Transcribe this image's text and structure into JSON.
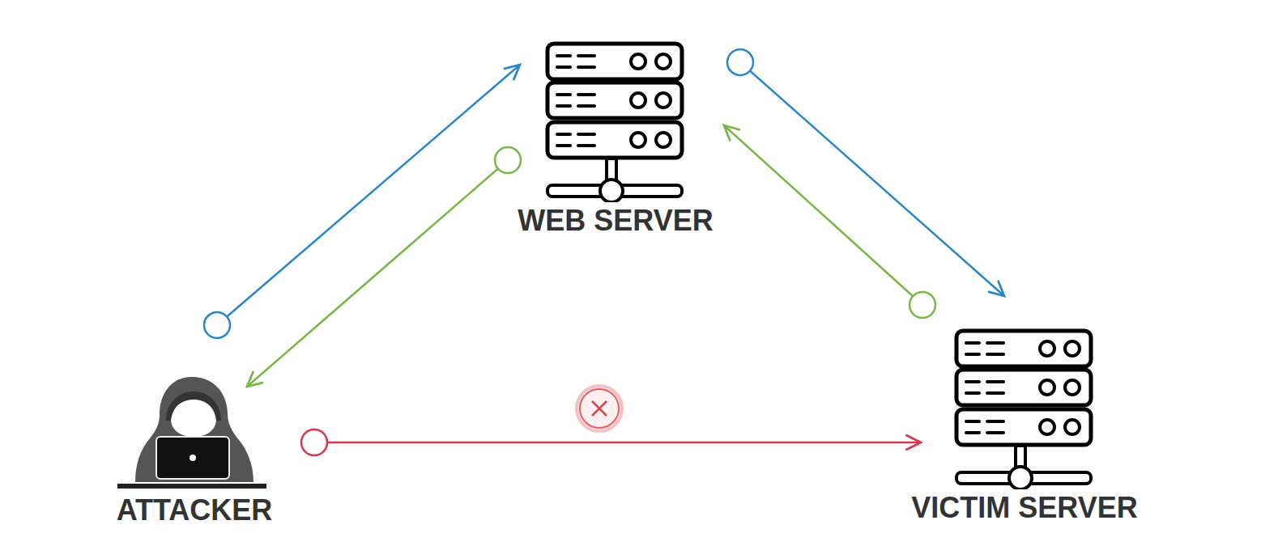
{
  "diagram": {
    "nodes": [
      {
        "text": [
          "WEB SERVER"
        ]
      },
      {
        "text": [
          "ATTACKER"
        ]
      },
      {
        "text": [
          "VICTIM SERVER"
        ]
      }
    ],
    "edges": [
      {
        "from": 1,
        "to": 0,
        "arrow": "to"
      },
      {
        "from": 0,
        "to": 1,
        "arrow": "to"
      },
      {
        "from": 0,
        "to": 2,
        "arrow": "to"
      },
      {
        "from": 2,
        "to": 0,
        "arrow": "to"
      },
      {
        "from": 1,
        "to": 2,
        "arrow": "to"
      }
    ]
  }
}
